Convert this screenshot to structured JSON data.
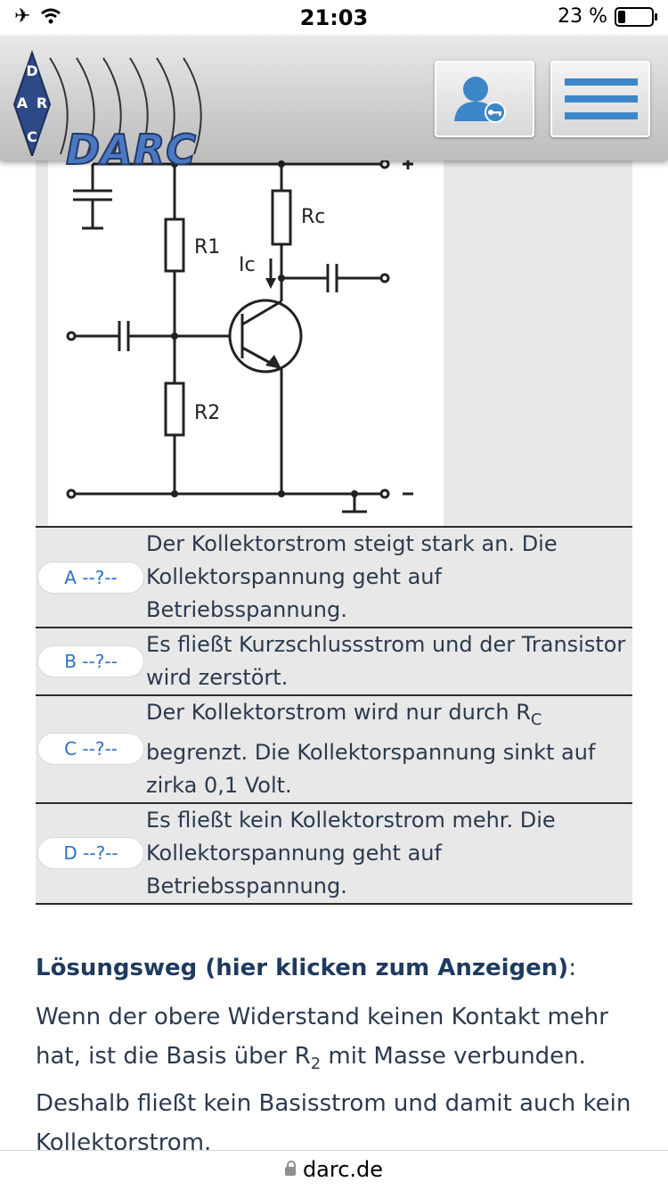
{
  "status_bar": {
    "time": "21:03",
    "battery": "23 %"
  },
  "header": {
    "logo_text": "DARC",
    "logo_letters": [
      "D",
      "A",
      "R",
      "C"
    ]
  },
  "circuit": {
    "labels": {
      "r1": "R1",
      "r2": "R2",
      "rc": "Rc",
      "ic": "Ic",
      "plus": "+",
      "minus": "-"
    }
  },
  "answers": [
    {
      "button": "A --?--",
      "text": "Der Kollektorstrom steigt stark an. Die Kollektorspannung geht auf Betriebsspannung."
    },
    {
      "button": "B --?--",
      "text": "Es fließt Kurzschlussstrom und der Transistor wird zerstört."
    },
    {
      "button": "C --?--",
      "text_before": "Der Kollektorstrom wird nur durch R",
      "text_sub": "C",
      "text_after": " begrenzt. Die Kollektorspannung sinkt auf zirka 0,1 Volt."
    },
    {
      "button": "D --?--",
      "text": "Es fließt kein Kollektorstrom mehr. Die Kollektorspannung geht auf Betriebsspannung."
    }
  ],
  "solution": {
    "title": "Lösungsweg (hier klicken zum Anzeigen)",
    "colon": ":",
    "text_before": "Wenn der obere Widerstand keinen Kontakt mehr hat, ist die Basis über R",
    "text_sub": "2",
    "text_after": " mit Masse verbunden. Deshalb fließt kein Basisstrom und damit auch kein Kollektorstrom."
  },
  "url_bar": {
    "url": "darc.de"
  }
}
